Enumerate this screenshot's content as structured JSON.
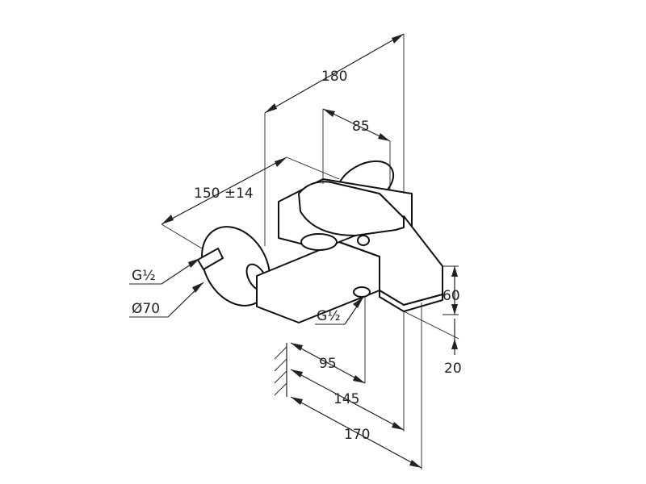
{
  "dimensions": {
    "width_total": "180",
    "handle_offset": "85",
    "center_distance": "150 ±14",
    "height": "60",
    "base_offset": "20",
    "depth_outlet": "95",
    "depth_spout": "145",
    "depth_total": "170"
  },
  "threads": {
    "inlet": "G½",
    "outlet": "G½"
  },
  "rosette": {
    "diameter": "Ø70"
  }
}
